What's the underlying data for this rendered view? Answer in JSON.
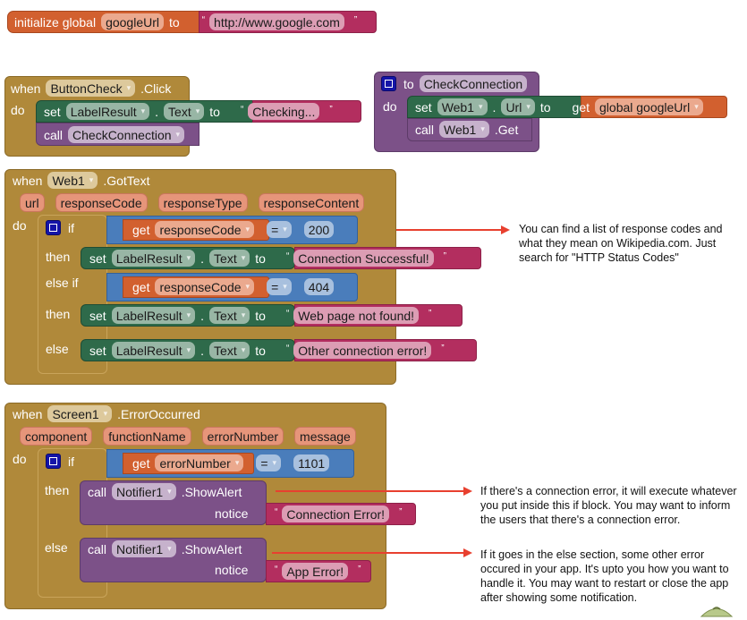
{
  "global_init": {
    "kw_initialize": "initialize global",
    "var_name": "googleUrl",
    "kw_to": "to",
    "value": "http://www.google.com"
  },
  "button_click": {
    "kw_when": "when",
    "component": "ButtonCheck",
    "event": ".Click",
    "kw_do": "do",
    "set_stmt": {
      "kw_set": "set",
      "component": "LabelResult",
      "dot": ".",
      "property": "Text",
      "kw_to": "to",
      "value": "Checking..."
    },
    "call_stmt": {
      "kw_call": "call",
      "procedure": "CheckConnection"
    }
  },
  "procedure": {
    "kw_to": "to",
    "name": "CheckConnection",
    "kw_do": "do",
    "set_stmt": {
      "kw_set": "set",
      "component": "Web1",
      "dot": ".",
      "property": "Url",
      "kw_to": "to",
      "kw_get": "get",
      "variable": "global googleUrl"
    },
    "call_stmt": {
      "kw_call": "call",
      "component": "Web1",
      "method": ".Get"
    }
  },
  "got_text": {
    "kw_when": "when",
    "component": "Web1",
    "event": ".GotText",
    "params": [
      "url",
      "responseCode",
      "responseType",
      "responseContent"
    ],
    "kw_do": "do",
    "kw_if": "if",
    "kw_then": "then",
    "kw_else_if": "else if",
    "kw_else": "else",
    "cond1": {
      "kw_get": "get",
      "variable": "responseCode",
      "operator": "=",
      "value": "200"
    },
    "cond2": {
      "kw_get": "get",
      "variable": "responseCode",
      "operator": "=",
      "value": "404"
    },
    "then1": {
      "kw_set": "set",
      "component": "LabelResult",
      "dot": ".",
      "property": "Text",
      "kw_to": "to",
      "value": "Connection Successful!"
    },
    "then2": {
      "kw_set": "set",
      "component": "LabelResult",
      "dot": ".",
      "property": "Text",
      "kw_to": "to",
      "value": "Web page not found!"
    },
    "else_stmt": {
      "kw_set": "set",
      "component": "LabelResult",
      "dot": ".",
      "property": "Text",
      "kw_to": "to",
      "value": "Other connection error!"
    }
  },
  "error_occurred": {
    "kw_when": "when",
    "component": "Screen1",
    "event": ".ErrorOccurred",
    "params": [
      "component",
      "functionName",
      "errorNumber",
      "message"
    ],
    "kw_do": "do",
    "kw_if": "if",
    "kw_then": "then",
    "kw_else": "else",
    "cond": {
      "kw_get": "get",
      "variable": "errorNumber",
      "operator": "=",
      "value": "1101"
    },
    "then_stmt": {
      "kw_call": "call",
      "component": "Notifier1",
      "method": ".ShowAlert",
      "arg_label": "notice",
      "value": "Connection Error!"
    },
    "else_stmt": {
      "kw_call": "call",
      "component": "Notifier1",
      "method": ".ShowAlert",
      "arg_label": "notice",
      "value": "App Error!"
    }
  },
  "notes": {
    "response_codes": "You can find a list of response codes and what they mean on Wikipedia.com. Just search for \"HTTP Status Codes\"",
    "connection_error": "If there's a connection error, it will execute whatever you put inside this if block. You may want to inform the users that there's a connection error.",
    "else_section": "If it goes in the else section, some other error occured in your app. It's upto you how you want to handle it. You may want to restart or close the app after showing some notification."
  },
  "quote_open": "“",
  "quote_close": "”"
}
